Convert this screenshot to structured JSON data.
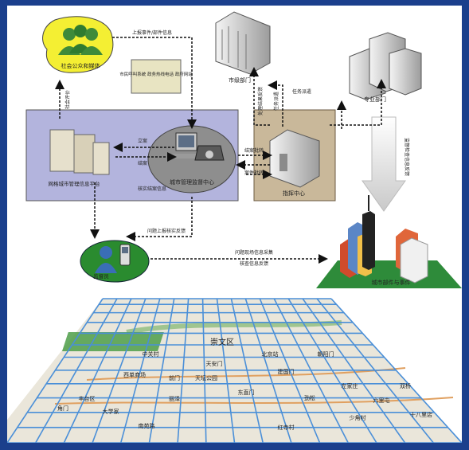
{
  "nodes": {
    "public": "社会公众和媒体",
    "city_gov": "市级部门",
    "pro_dept": "专业部门",
    "city_platform": "网格城市管理信息平台",
    "monitor_center": "城市管理监督中心",
    "command_center": "指挥中心",
    "supervisor": "监督员",
    "city_parts": "城市部件与事件",
    "hotline_box": "市民呼叫系统 政务热线电话 政府网站"
  },
  "flows": {
    "report_info": "上报事件/部件信息",
    "public_evaluation": "社会评价",
    "file_case": "立案",
    "close_case": "结案",
    "case_dispatch": "结案批转",
    "case_return": "案件批转",
    "issue_check": "核实结案信息",
    "problem_report": "问题上报核实反馈",
    "info_collect": "问题现场信息采集",
    "check_feedback": "核查信息反馈",
    "assign_a": "任务派遣",
    "assign_b": "任务派遣",
    "process_report": "处理结果反馈",
    "supervise_check": "监督检查信息反馈"
  },
  "map_labels": [
    "崇文区",
    "西单商场",
    "天坛公园",
    "建国门",
    "红寺村",
    "大学家",
    "丽泽",
    "少角村",
    "十八里店",
    "丰台区",
    "左家庄",
    "劲松",
    "角门",
    "南苑路",
    "六里屯",
    "双桥",
    "中关村",
    "北京站",
    "朝阳门",
    "东直门",
    "天安门",
    "前门"
  ],
  "colors": {
    "frame": "#1b3f8c",
    "platform_bg": "#b3b4dd",
    "command_bg": "#c9b89a",
    "public_bg": "#f4ef33",
    "supervisor_bg": "#2a8b2f",
    "parts_bg": "#2e8b3a",
    "map_line": "#4a8fd8"
  },
  "icons": [
    "people-icon",
    "office-building-icon",
    "server-icon",
    "computer-icon",
    "telephone-icon",
    "mobile-phone-icon",
    "person-icon",
    "city-buildings-icon",
    "tower-icon",
    "arrow-down-icon"
  ]
}
